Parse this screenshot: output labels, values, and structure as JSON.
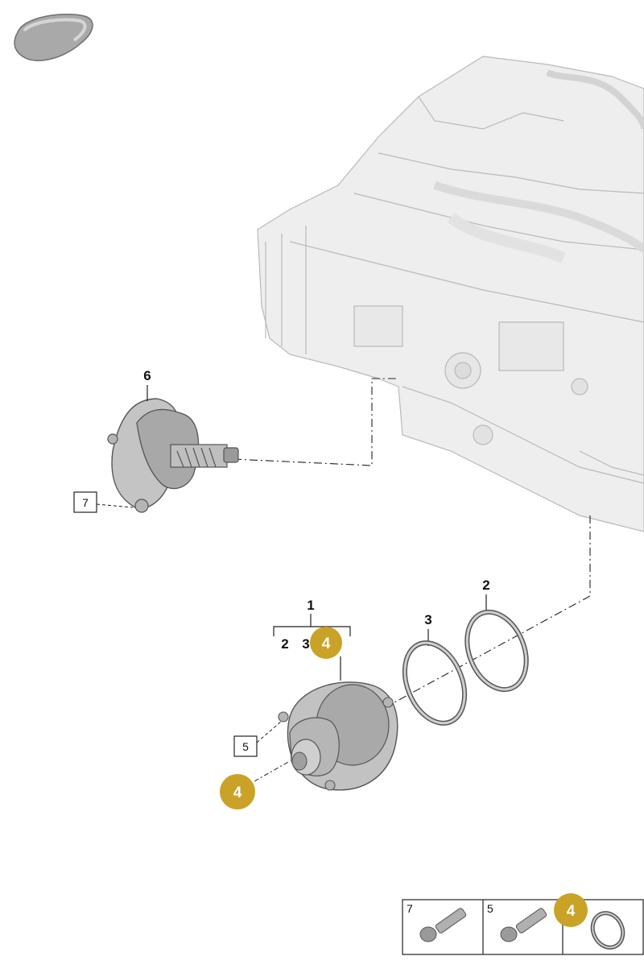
{
  "callouts": {
    "part_6": "6",
    "part_1": "1",
    "part_2_top": "2",
    "part_3_top": "3",
    "kit_2": "2",
    "kit_3": "3"
  },
  "boxed_callouts": {
    "part_7": "7",
    "part_5": "5"
  },
  "badges": {
    "color": "#c9a227",
    "top_ring": "4",
    "bottom_ring": "4",
    "legend": "4"
  },
  "legend": {
    "col_7": "7",
    "col_5": "5"
  },
  "colors": {
    "engine_fill": "#eeeeee",
    "engine_stroke": "#b9b9b9",
    "part_fill": "#bdbdbd",
    "part_stroke": "#555555",
    "leader": "#222222"
  }
}
